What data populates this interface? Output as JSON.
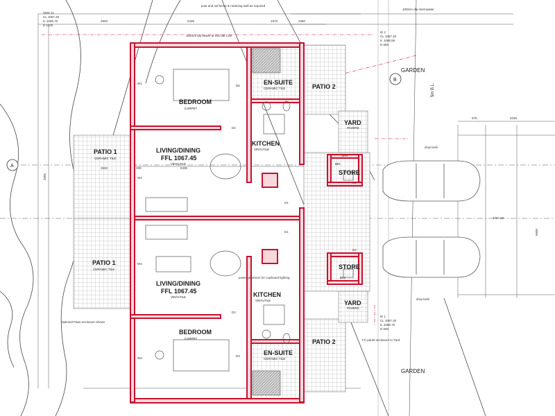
{
  "labels": {
    "bedroom": "BEDROOM",
    "carpet": "CARPET",
    "ensuite": "EN-SUITE",
    "ceramic_tile": "CERAMIC TILE",
    "patio1": "PATIO 1",
    "patio2": "PATIO 2",
    "living": "LIVING/DINING",
    "ffl": "FFL 1067.45",
    "vinyl": "VINYLTILE",
    "kitchen": "KITCHEN",
    "store": "STORE",
    "bin": "BIN",
    "yard": "YARD",
    "pavers": "PAVERS",
    "garden": "GARDEN",
    "section_a": "A",
    "section_b": "B",
    "bl": "5m B.L.",
    "drop_kerb": "drop kerb",
    "kitchen_note": "power provision for cupboard lighting",
    "fc_note": "FC panel enclosure to Yard",
    "patio_note": "Optional Patio enclosure shown",
    "top_note": "post and rail fence & retaining wall as required",
    "sewer_note": "100mm dia sewer at min fall 1:60",
    "storm_note": "100mm dia stormwater",
    "shr": "SHR"
  },
  "dims": {
    "d2500": "2500",
    "d5435": "5435",
    "d1970": "1970",
    "d2380": "2380",
    "d230": "230",
    "d975": "975",
    "d4035": "4035",
    "d6600": "6600",
    "d3985": "3985",
    "d1067": "1067.20"
  },
  "rl": {
    "lines": [
      "SMH 11",
      "CL 1067.30",
      "IL 1065.70",
      "D 1100"
    ],
    "e2": [
      "IE 2",
      "CL 1067.20",
      "IL 1065.85",
      "D 650"
    ],
    "e1": [
      "IE 1",
      "CL 1067.30",
      "IL 1065.75",
      "D 600"
    ]
  },
  "doors": [
    "D5",
    "D2",
    "D1",
    "D3",
    "D4",
    "W1",
    "W4",
    "W3"
  ],
  "colors": {
    "wall": "#c8102e",
    "wall_fill": "#f7d9dd",
    "line": "#333333",
    "grid": "#9a9a9a"
  }
}
